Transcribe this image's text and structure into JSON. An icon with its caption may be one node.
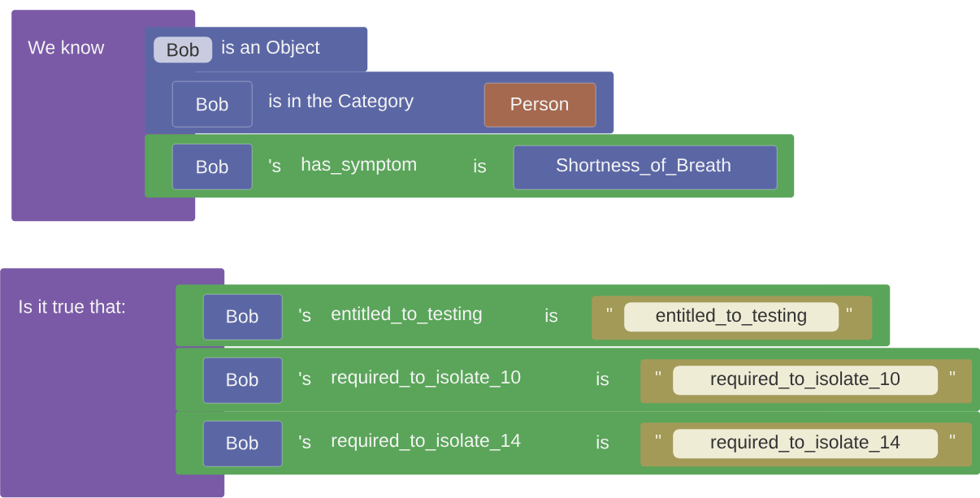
{
  "diagram": {
    "nodes": [
      {
        "text": [
          "We know"
        ]
      },
      {
        "text": [
          "is an Object"
        ]
      },
      {
        "text": [
          "Bob"
        ],
        "in": 1
      },
      {
        "text": [
          "is in the Category"
        ]
      },
      {
        "text": [
          "Bob"
        ],
        "in": 3
      },
      {
        "text": [
          "Person"
        ],
        "in": 3
      },
      {
        "text": [
          "'s",
          "has_symptom",
          "is"
        ]
      },
      {
        "text": [
          "Bob"
        ],
        "in": 6
      },
      {
        "text": [
          "Shortness_of_Breath"
        ],
        "in": 6
      },
      {
        "text": [
          "Is it true that:"
        ]
      },
      {
        "text": [
          "'s",
          "entitled_to_testing",
          "is"
        ]
      },
      {
        "text": [
          "Bob"
        ],
        "in": 10
      },
      {
        "text": [
          "\"",
          "\""
        ],
        "in": 10
      },
      {
        "text": [
          "entitled_to_testing"
        ],
        "in": 12
      },
      {
        "text": [
          "'s",
          "required_to_isolate_10",
          "is"
        ]
      },
      {
        "text": [
          "Bob"
        ],
        "in": 14
      },
      {
        "text": [
          "\"",
          "\""
        ],
        "in": 14
      },
      {
        "text": [
          "required_to_isolate_10"
        ],
        "in": 16
      },
      {
        "text": [
          "'s",
          "required_to_isolate_14",
          "is"
        ]
      },
      {
        "text": [
          "Bob"
        ],
        "in": 18
      },
      {
        "text": [
          "\"",
          "\""
        ],
        "in": 18
      },
      {
        "text": [
          "required_to_isolate_14"
        ],
        "in": 20
      }
    ]
  }
}
